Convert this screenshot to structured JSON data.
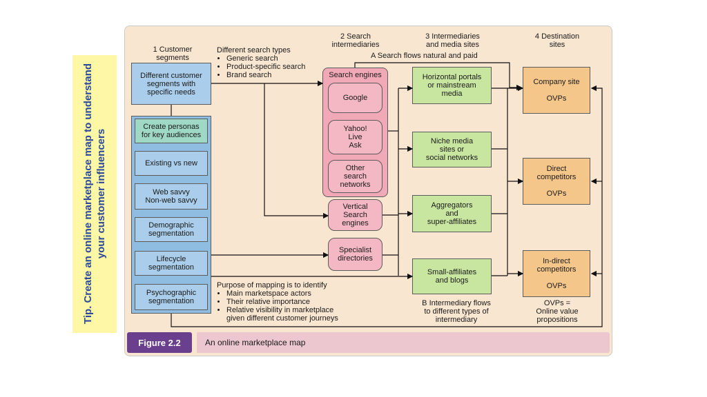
{
  "tip": "Tip. Create an online marketplace map to understand your customer influencers",
  "headers": {
    "col1": "1 Customer\nsegments",
    "col2": "2  Search\nintermediaries",
    "col3": "3  Intermediaries\nand media sites",
    "col4": "4  Destination\nsites"
  },
  "search_types": {
    "title": "Different search types",
    "items": [
      "Generic search",
      "Product-specific search",
      "Brand search"
    ]
  },
  "flow_a": "A  Search flows natural and paid",
  "segments": {
    "top": "Different customer\nsegments with\nspecific needs",
    "items": [
      "Create personas\nfor key audiences",
      "Existing vs new",
      "Web savvy\nNon-web savvy",
      "Demographic\nsegmentation",
      "Lifecycle\nsegmentation",
      "Psychographic\nsegmentation"
    ]
  },
  "search_engines": {
    "title": "Search engines",
    "items": [
      "Google",
      "Yahoo!\nLive\nAsk",
      "Other\nsearch\nnetworks"
    ]
  },
  "vertical_search": "Vertical\nSearch\nengines",
  "specialist": "Specialist\ndirectories",
  "intermediaries": [
    "Horizontal portals\nor mainstream\nmedia",
    "Niche media\nsites or\nsocial networks",
    "Aggregators\nand\nsuper-affiliates",
    "Small-affiliates\nand blogs"
  ],
  "destinations": [
    "Company site\n\nOVPs",
    "Direct\ncompetitors\n\nOVPs",
    "In-direct\ncompetitors\n\nOVPs"
  ],
  "purpose": {
    "title": "Purpose of mapping is to identify",
    "items": [
      "Main marketspace actors",
      "Their relative importance",
      "Relative visibility in marketplace\ngiven different customer journeys"
    ]
  },
  "flow_b": "B  Intermediary flows\nto different types of\nintermediary",
  "ovp_note": "OVPs =\nOnline value\npropositions",
  "figure": {
    "label": "Figure 2.2",
    "caption": "An online marketplace map"
  }
}
